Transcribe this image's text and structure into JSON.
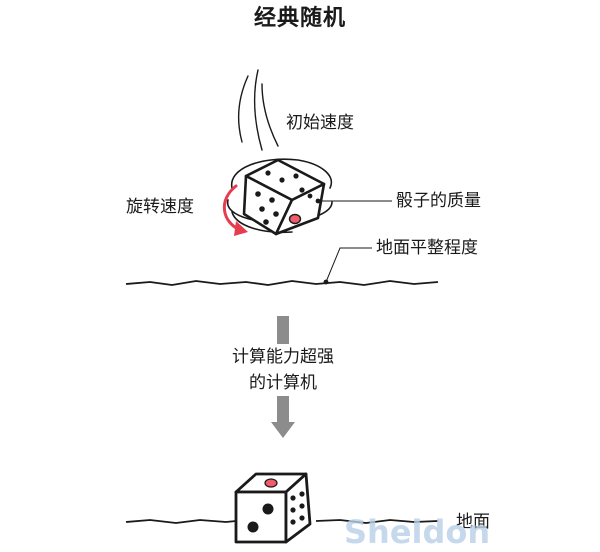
{
  "title": "经典随机",
  "labels": {
    "initial_velocity": "初始速度",
    "spin_velocity": "旋转速度",
    "dice_mass": "骰子的质量",
    "floor_flatness": "地面平整程度",
    "ground": "地面"
  },
  "arrow_caption": {
    "line1": "计算能力超强",
    "line2": "的计算机"
  },
  "watermark": "Sheldon",
  "colors": {
    "ink": "#1a1a1a",
    "accent": "#e63c4f",
    "pip_red": "#f05c6a",
    "arrow_gray": "#8c8c8c",
    "watermark": "#b9d0e8"
  }
}
